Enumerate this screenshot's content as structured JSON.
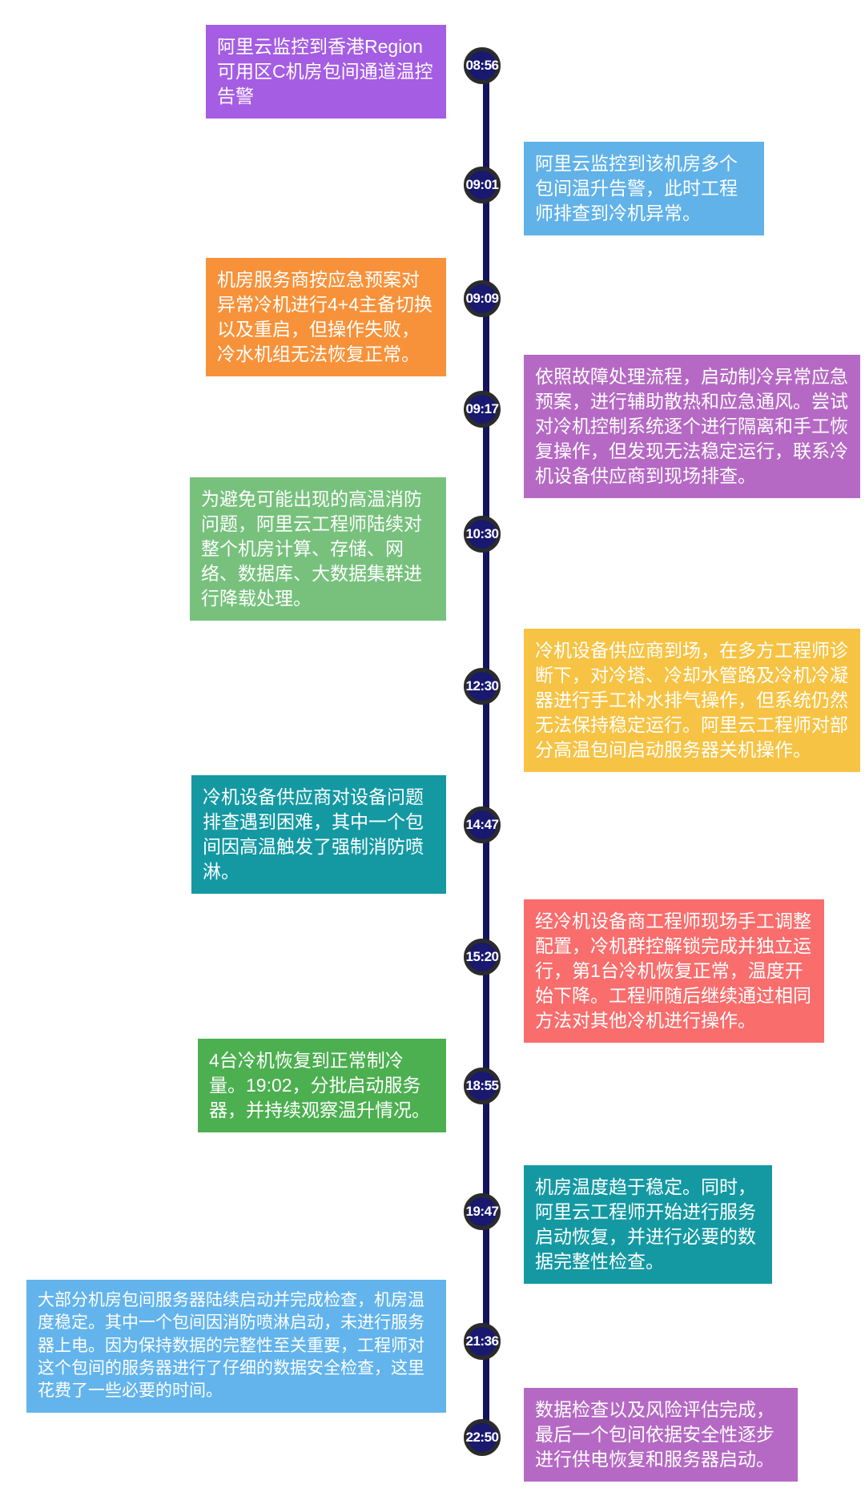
{
  "page": {
    "background_color": "#ffffff",
    "language": "zh-CN",
    "description_type": "incident-timeline"
  },
  "timeline": {
    "line_color": "#14145c",
    "node_fill_color": "#191970",
    "node_ring_color": "#2b2b2b",
    "node_text_color": "#ffffff",
    "events": [
      {
        "time": "08:56",
        "side": "left",
        "color": "#a55de3",
        "text": "阿里云监控到香港Region可用区C机房包间通道温控告警"
      },
      {
        "time": "09:01",
        "side": "right",
        "color": "#61b2e8",
        "text": "阿里云监控到该机房多个包间温升告警，此时工程师排查到冷机异常。"
      },
      {
        "time": "09:09",
        "side": "left",
        "color": "#f7923a",
        "text": "机房服务商按应急预案对异常冷机进行4+4主备切换以及重启，但操作失败，冷水机组无法恢复正常。"
      },
      {
        "time": "09:17",
        "side": "right",
        "color": "#b569c4",
        "text": "依照故障处理流程，启动制冷异常应急预案，进行辅助散热和应急通风。尝试对冷机控制系统逐个进行隔离和手工恢复操作，但发现无法稳定运行，联系冷机设备供应商到现场排查。"
      },
      {
        "time": "10:30",
        "side": "left",
        "color": "#77c17d",
        "text": "为避免可能出现的高温消防问题，阿里云工程师陆续对整个机房计算、存储、网络、数据库、大数据集群进行降载处理。"
      },
      {
        "time": "12:30",
        "side": "right",
        "color": "#f7c344",
        "text": "冷机设备供应商到场，在多方工程师诊断下，对冷塔、冷却水管路及冷机冷凝器进行手工补水排气操作，但系统仍然无法保持稳定运行。阿里云工程师对部分高温包间启动服务器关机操作。"
      },
      {
        "time": "14:47",
        "side": "left",
        "color": "#1499a3",
        "text": "冷机设备供应商对设备问题排查遇到困难，其中一个包间因高温触发了强制消防喷淋。"
      },
      {
        "time": "15:20",
        "side": "right",
        "color": "#f96d6d",
        "text": "经冷机设备商工程师现场手工调整配置，冷机群控解锁完成并独立运行，第1台冷机恢复正常，温度开始下降。工程师随后继续通过相同方法对其他冷机进行操作。"
      },
      {
        "time": "18:55",
        "side": "left",
        "color": "#4caf50",
        "text": "4台冷机恢复到正常制冷量。19:02，分批启动服务器，并持续观察温升情况。"
      },
      {
        "time": "19:47",
        "side": "right",
        "color": "#1499a3",
        "text": "机房温度趋于稳定。同时，阿里云工程师开始进行服务启动恢复，并进行必要的数据完整性检查。"
      },
      {
        "time": "21:36",
        "side": "left",
        "color": "#63b4ec",
        "text": "大部分机房包间服务器陆续启动并完成检查，机房温度稳定。其中一个包间因消防喷淋启动，未进行服务器上电。因为保持数据的完整性至关重要，工程师对这个包间的服务器进行了仔细的数据安全检查，这里花费了一些必要的时间。"
      },
      {
        "time": "22:50",
        "side": "right",
        "color": "#b569c4",
        "text": "数据检查以及风险评估完成，最后一个包间依据安全性逐步进行供电恢复和服务器启动。"
      }
    ]
  }
}
